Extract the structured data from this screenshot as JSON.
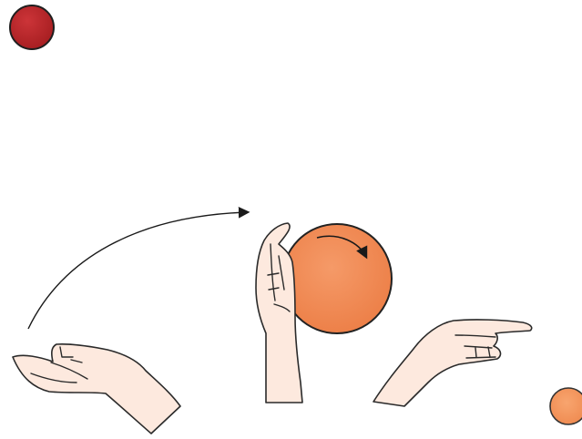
{
  "illustration": {
    "kind": "ball-handling sequence",
    "colors": {
      "background": "#ffffff",
      "small_ball_top": "#b8282b",
      "main_ball": "#f08a55",
      "small_ball_bottom": "#f39358",
      "skin": "#fde9de",
      "outline": "#2a2a2a"
    },
    "icons": [
      "red-ball-icon",
      "throw-arc-arrow",
      "main-ball",
      "spin-arrow",
      "orange-ball-icon",
      "left-open-hand",
      "center-vertical-hand",
      "right-open-hand"
    ]
  }
}
